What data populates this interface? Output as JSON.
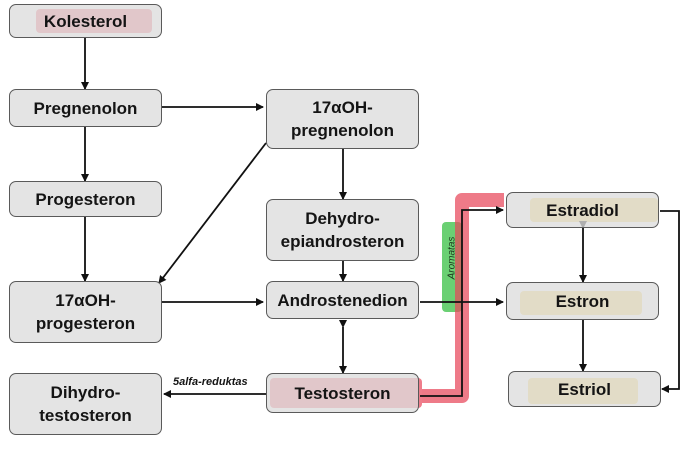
{
  "nodes": {
    "kolesterol": "Kolesterol",
    "pregnenolon": "Pregnenolon",
    "hydroxypregnenolon_line1": "17αOH-",
    "hydroxypregnenolon_line2": "pregnenolon",
    "progesteron": "Progesteron",
    "dhea_line1": "Dehydro-",
    "dhea_line2": "epiandrosteron",
    "hydroxyprogesteron_line1": "17αOH-",
    "hydroxyprogesteron_line2": "progesteron",
    "androstenedion": "Androstenedion",
    "dihydrotestosteron_line1": "Dihydro-",
    "dihydrotestosteron_line2": "testosteron",
    "testosteron": "Testosteron",
    "estradiol": "Estradiol",
    "estron": "Estron",
    "estriol": "Estriol"
  },
  "enzymes": {
    "aromatas": "Aromatas",
    "reductase": "5alfa-reduktas"
  },
  "highlights": {
    "red": "#e8465a",
    "yellow": "#eecd46",
    "green": "#50c85a"
  }
}
